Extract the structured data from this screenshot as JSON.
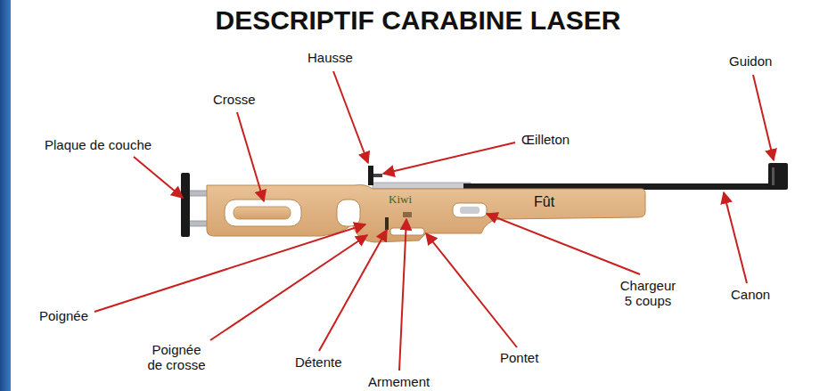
{
  "diagram": {
    "title": "DESCRIPTIF CARABINE LASER",
    "labels": [
      "Hausse",
      "Guidon",
      "Crosse",
      "Œilleton",
      "Plaque de couche",
      "Kiwi",
      "Fût",
      "Chargeur 5 coups",
      "Canon",
      "Poignée",
      "Poignée de crosse",
      "Détente",
      "Pontet",
      "Armement"
    ]
  }
}
